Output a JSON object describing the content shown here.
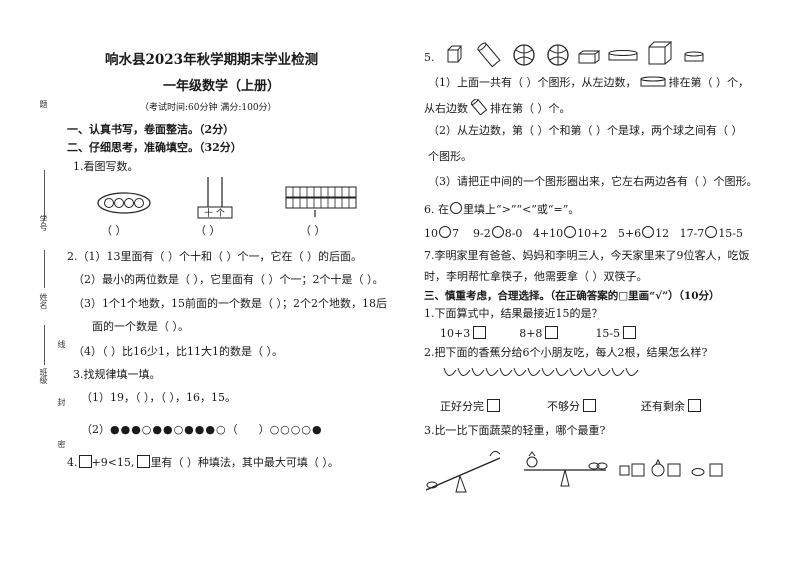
{
  "header": {
    "title": "响水县2023年秋学期期末学业检测",
    "subtitle": "一年级数学（上册）",
    "exam_info": "（考试时间:60分钟   满分:100分）"
  },
  "side_labels": [
    "题",
    "学号",
    "姓名",
    "线",
    "班级",
    "封",
    "密"
  ],
  "section1": "一、认真书写，卷面整洁。（2分）",
  "section2": "二、仔细思考，准确填空。（32分）",
  "q1": {
    "label": "1.看图写数。",
    "abacus_label": "十  个",
    "blanks": [
      "（        ）",
      "（        ）",
      "（        ）"
    ]
  },
  "q2": {
    "line1": "2.（1）13里面有（      ）个十和（      ）个一，它在（      ）的后面。",
    "line2": "（2）最小的两位数是（      ），它里面有（      ）个一；2个十是（      ）。",
    "line3": "（3）1个1个地数，15前面的一个数是（      ）；2个2个地数，18后",
    "line3b": "面的一个数是（      ）。",
    "line4": "（4）（      ）比16少1，比11大1的数是（      ）。"
  },
  "q3": {
    "label": "3.找规律填一填。",
    "line1": "（1）19，（      ），（      ），16，15。",
    "line2_prefix": "（2）",
    "line2_suffix": "（      ）"
  },
  "q4": {
    "prefix": "4.",
    "text1": "+9<15,",
    "text2": "里有（      ）种填法，其中最大可填（      ）。"
  },
  "q5": {
    "label": "5.",
    "line1a": "（1）上面一共有（      ）个图形，从左边数，",
    "line1b": "排在第（      ）个，",
    "line1c": "从右边数",
    "line1d": "排在第（      ）个。",
    "line2": "（2）从左边数，第（      ）个和第（      ）个是球，两个球之间有（      ）",
    "line2b": "个图形。",
    "line3": "（3）请把正中间的一个图形圈出来，它左右两边各有（      ）个图形。"
  },
  "q6": {
    "label": "6. 在",
    "label2": "里填上“>”“<”或“=”。",
    "items": [
      [
        "10",
        "7"
      ],
      [
        "9-2",
        "8-0"
      ],
      [
        "4+10",
        "10+2"
      ],
      [
        "5+6",
        "12"
      ],
      [
        "17-7",
        "15-5"
      ]
    ]
  },
  "q7": {
    "line1": "7.李明家里有爸爸、妈妈和李明三人，今天家里来了9位客人，吃饭",
    "line2": "时，李明帮忙拿筷子，他需要拿（        ）双筷子。"
  },
  "section3": "三、慎重考虑，合理选择。（在正确答案的□里画“√”）（10分）",
  "s3q1": {
    "label": "1.下面算式中，结果最接近15的是？",
    "options": [
      "10+3",
      "8+8",
      "15-5"
    ]
  },
  "s3q2": {
    "label": "2.把下面的香蕉分给6个小朋友吃，每人2根，结果怎么样?",
    "options": [
      "正好分完",
      "不够分",
      "还有剩余"
    ]
  },
  "s3q3": {
    "label": "3.比一比下面蔬菜的轻重，哪个最重?"
  }
}
